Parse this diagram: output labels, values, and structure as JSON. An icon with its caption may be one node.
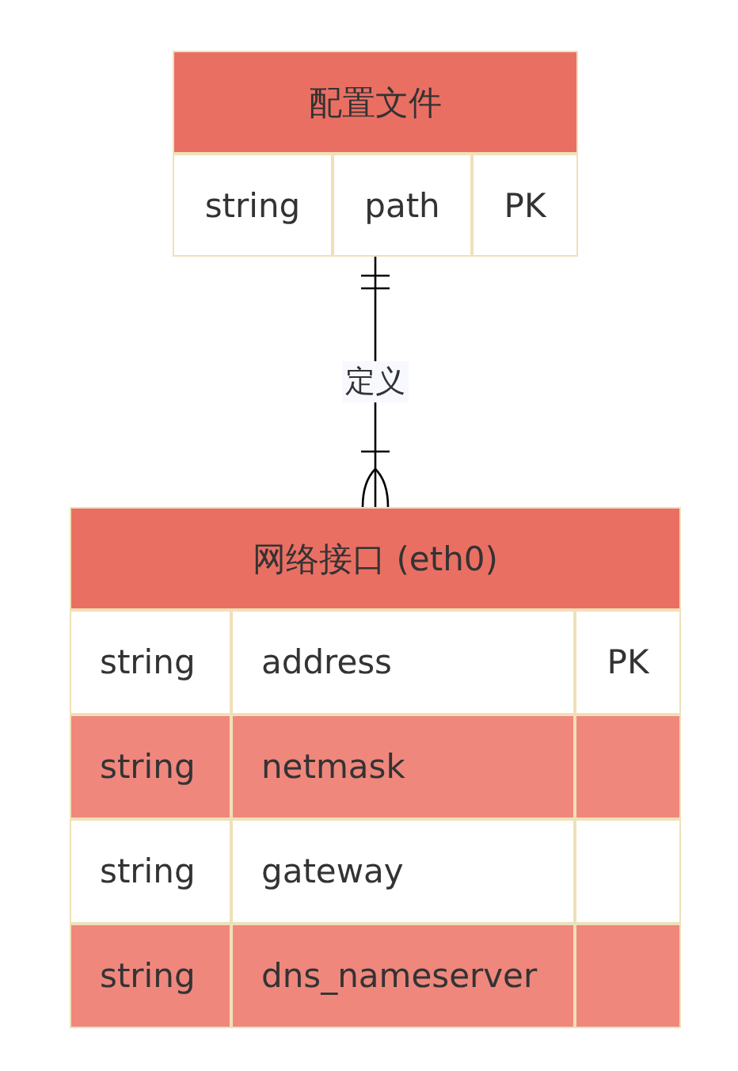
{
  "diagram": {
    "nodes": [
      {
        "text": [
          "配置文件",
          "string",
          "path",
          "PK"
        ]
      },
      {
        "text": [
          "网络接口 (eth0)",
          "string",
          "address",
          "PK",
          "string",
          "netmask",
          "string",
          "gateway",
          "string",
          "dns_nameserver"
        ]
      }
    ],
    "edges": [
      {
        "from": 0,
        "to": 1,
        "arrow": "other",
        "label": "定义"
      }
    ]
  }
}
